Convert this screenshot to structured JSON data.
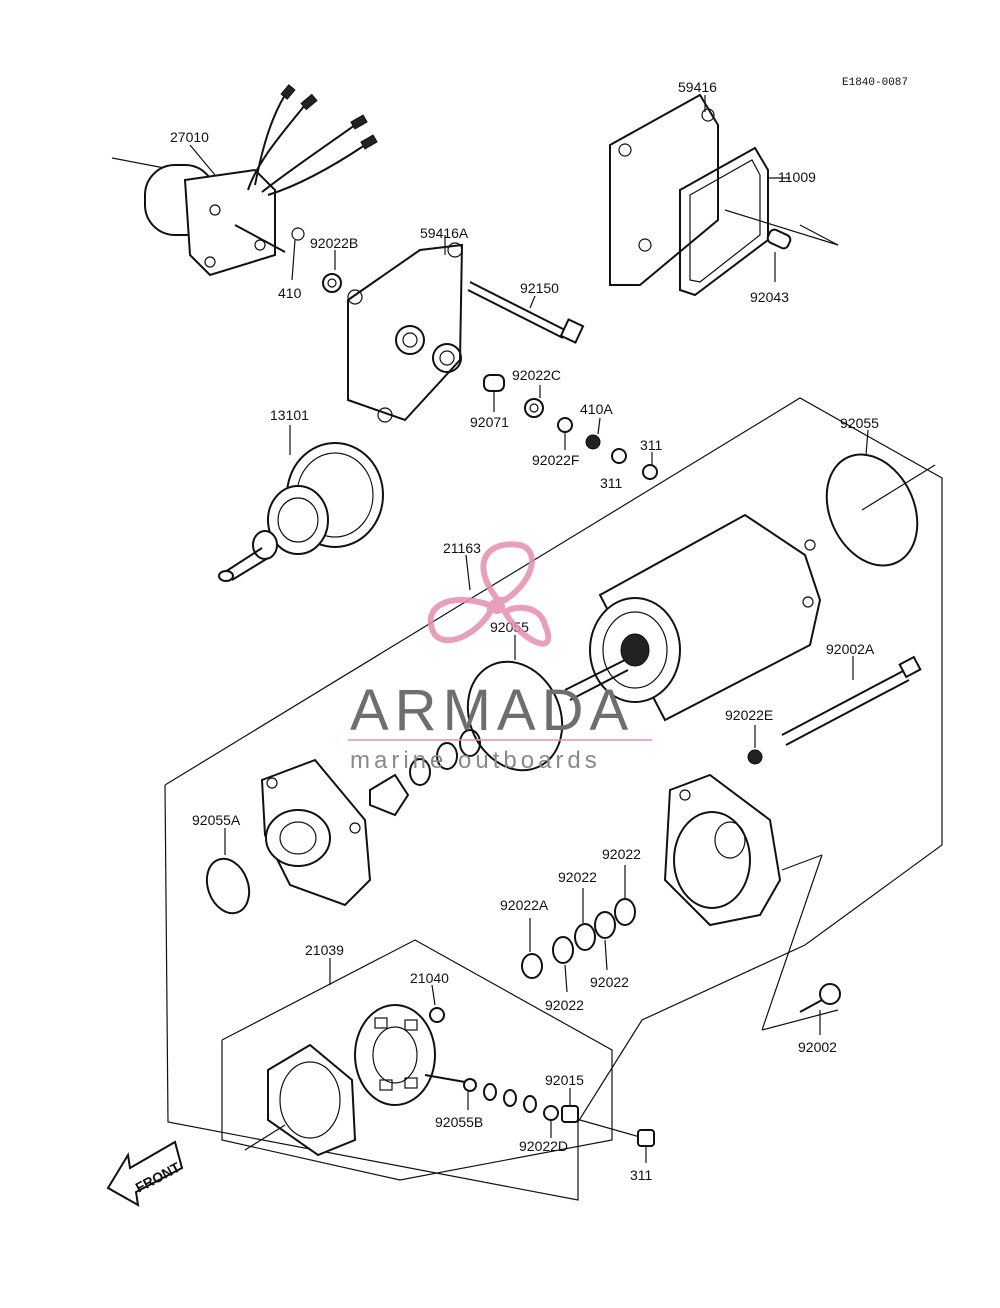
{
  "diagram_code": "E1840-0087",
  "watermark": {
    "brand": "ARMADA",
    "tagline": "marine outboards",
    "logo_color": "#e58fb0",
    "text_color": "#6e6e6e"
  },
  "front_label": "FRONT",
  "parts": {
    "p27010": "27010",
    "p410": "410",
    "p92022B": "92022B",
    "p59416A": "59416A",
    "p59416": "59416",
    "p11009": "11009",
    "p92043": "92043",
    "p92150": "92150",
    "p92071": "92071",
    "p92022C": "92022C",
    "p410A": "410A",
    "p92022F": "92022F",
    "p311a": "311",
    "p311b": "311",
    "p13101": "13101",
    "p92055a": "92055",
    "p21163": "21163",
    "p92055b": "92055",
    "p92002A": "92002A",
    "p92022E": "92022E",
    "p92055A": "92055A",
    "p92022a": "92022",
    "p92022b": "92022",
    "p92022A": "92022A",
    "p92022c": "92022",
    "p92022d": "92022",
    "p21039": "21039",
    "p21040": "21040",
    "p92015": "92015",
    "p92055B": "92055B",
    "p92022D": "92022D",
    "p311c": "311",
    "p92002": "92002"
  }
}
